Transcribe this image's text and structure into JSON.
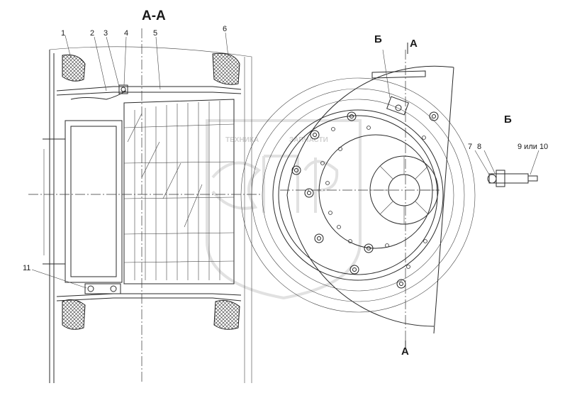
{
  "titles": {
    "section": "А-А",
    "view_b": "Б"
  },
  "section_marks": {
    "b_top": "Б",
    "a_top": "А",
    "a_bottom": "А"
  },
  "callouts": {
    "c1": "1",
    "c2": "2",
    "c3": "3",
    "c4": "4",
    "c5": "5",
    "c6": "6",
    "c7": "7",
    "c8": "8",
    "c9": "9 или 10",
    "c11": "11"
  },
  "watermark": {
    "line1": "ТЕХНИКА",
    "line2": "ЗАПЧАСТИ",
    "letters": "ЭПФ"
  }
}
